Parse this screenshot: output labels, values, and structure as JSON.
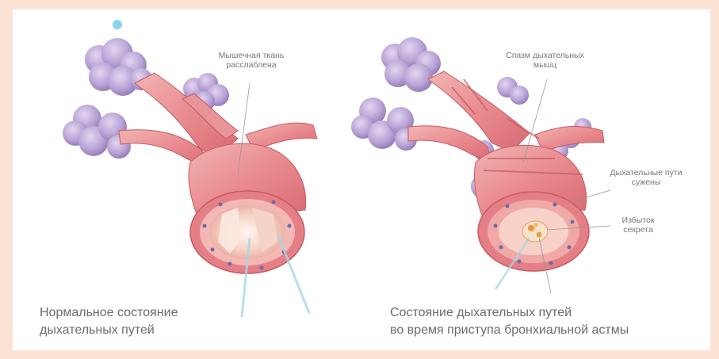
{
  "diagram": {
    "colors": {
      "background": "#fbe3d6",
      "panel": "#ffffff",
      "alveoli": "#b9a4d6",
      "muscle": "#e98b8f",
      "muscle_dark": "#c85a63",
      "lumen": "#f4c2b8",
      "label_text": "#777777",
      "dot": "#8fd3ea"
    },
    "left": {
      "label_line1": "Мышечная ткань",
      "label_line2": "расслаблена",
      "caption_line1": "Нормальное состояние",
      "caption_line2": "дыхательных путей"
    },
    "right": {
      "label_spasm_line1": "Спазм дыхательных",
      "label_spasm_line2": "мышц",
      "label_narrow_line1": "Дыхательные пути",
      "label_narrow_line2": "сужены",
      "label_secretion_line1": "Избыток",
      "label_secretion_line2": "секрета",
      "caption_line1": "Состояние дыхательных путей",
      "caption_line2": "во время приступа бронхиальной астмы"
    }
  }
}
